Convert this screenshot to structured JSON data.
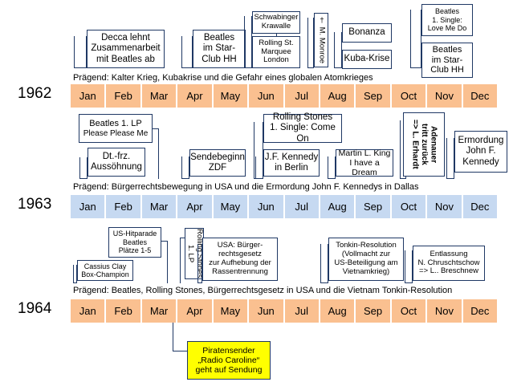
{
  "months": [
    "Jan",
    "Feb",
    "Mar",
    "Apr",
    "May",
    "Jun",
    "Jul",
    "Aug",
    "Sep",
    "Oct",
    "Nov",
    "Dec"
  ],
  "years": [
    {
      "year": "1962",
      "theme": "Prägend: Kalter Krieg, Kubakrise und die Gefahr eines globalen Atomkrieges",
      "events": [
        {
          "lines": [
            "Decca lehnt",
            "Zusammenarbeit",
            "mit Beatles ab"
          ]
        },
        {
          "lines": [
            "Beatles",
            "im Star-",
            "Club HH"
          ]
        },
        {
          "lines": [
            "Schwabinger",
            "Krawalle"
          ]
        },
        {
          "lines": [
            "Rolling St.",
            "Marquee",
            "London"
          ]
        },
        {
          "lines": [
            "† M. Monroe"
          ]
        },
        {
          "lines": [
            "Bonanza"
          ]
        },
        {
          "lines": [
            "Kuba-Krise"
          ]
        },
        {
          "lines": [
            "Beatles",
            "1. Single:",
            "Love Me Do"
          ]
        },
        {
          "lines": [
            "Beatles",
            "im Star-",
            "Club HH"
          ]
        }
      ]
    },
    {
      "year": "1963",
      "theme": "Prägend: Bürgerrechtsbewegung in USA und die Ermordung John F. Kennedys in Dallas",
      "events": [
        {
          "lines": [
            "Beatles 1. LP",
            "Please Please Me"
          ]
        },
        {
          "lines": [
            "Dt.-frz.",
            "Aussöhnung"
          ]
        },
        {
          "lines": [
            "Sendebeginn",
            "ZDF"
          ]
        },
        {
          "lines": [
            "Rolling Stones",
            "1. Single: Come On"
          ]
        },
        {
          "lines": [
            "J.F. Kennedy",
            "in Berlin"
          ]
        },
        {
          "lines": [
            "Martin L. King",
            "I have a Dream"
          ]
        },
        {
          "lines": [
            "Adenauer",
            "tritt zurück",
            "=> L. Erhardt"
          ]
        },
        {
          "lines": [
            "Ermordung",
            "John F.",
            "Kennedy"
          ]
        }
      ]
    },
    {
      "year": "1964",
      "theme": "Prägend: Beatles, Rolling Stones, Bürgerrechtsgesetz in USA und die Vietnam Tonkin-Resolution",
      "events": [
        {
          "lines": [
            "US-Hitparade",
            "Beatles",
            "Plätze 1-5"
          ]
        },
        {
          "lines": [
            "Cassius Clay",
            "Box-Champion"
          ]
        },
        {
          "lines": [
            "Rolling Stones",
            "1. LP"
          ]
        },
        {
          "lines": [
            "USA: Bürger-",
            "rechtsgesetz",
            "zur Aufhebung der",
            "Rassentrennung"
          ]
        },
        {
          "lines": [
            "Tonkin-Resolution",
            "(Vollmacht zur",
            "US-Beteiligung am",
            "Vietnamkrieg)"
          ]
        },
        {
          "lines": [
            "Entlassung",
            "N. Chruschtschow",
            "=> L.. Breschnew"
          ]
        },
        {
          "lines": [
            "Piratensender",
            "„Radio Caroline“",
            "geht auf Sendung"
          ]
        }
      ]
    }
  ],
  "colors": {
    "row_1962": "#fac090",
    "row_1963": "#c6d9f1",
    "row_1964": "#fac090",
    "highlight": "#ffff00",
    "box_border": "#1f3864"
  }
}
